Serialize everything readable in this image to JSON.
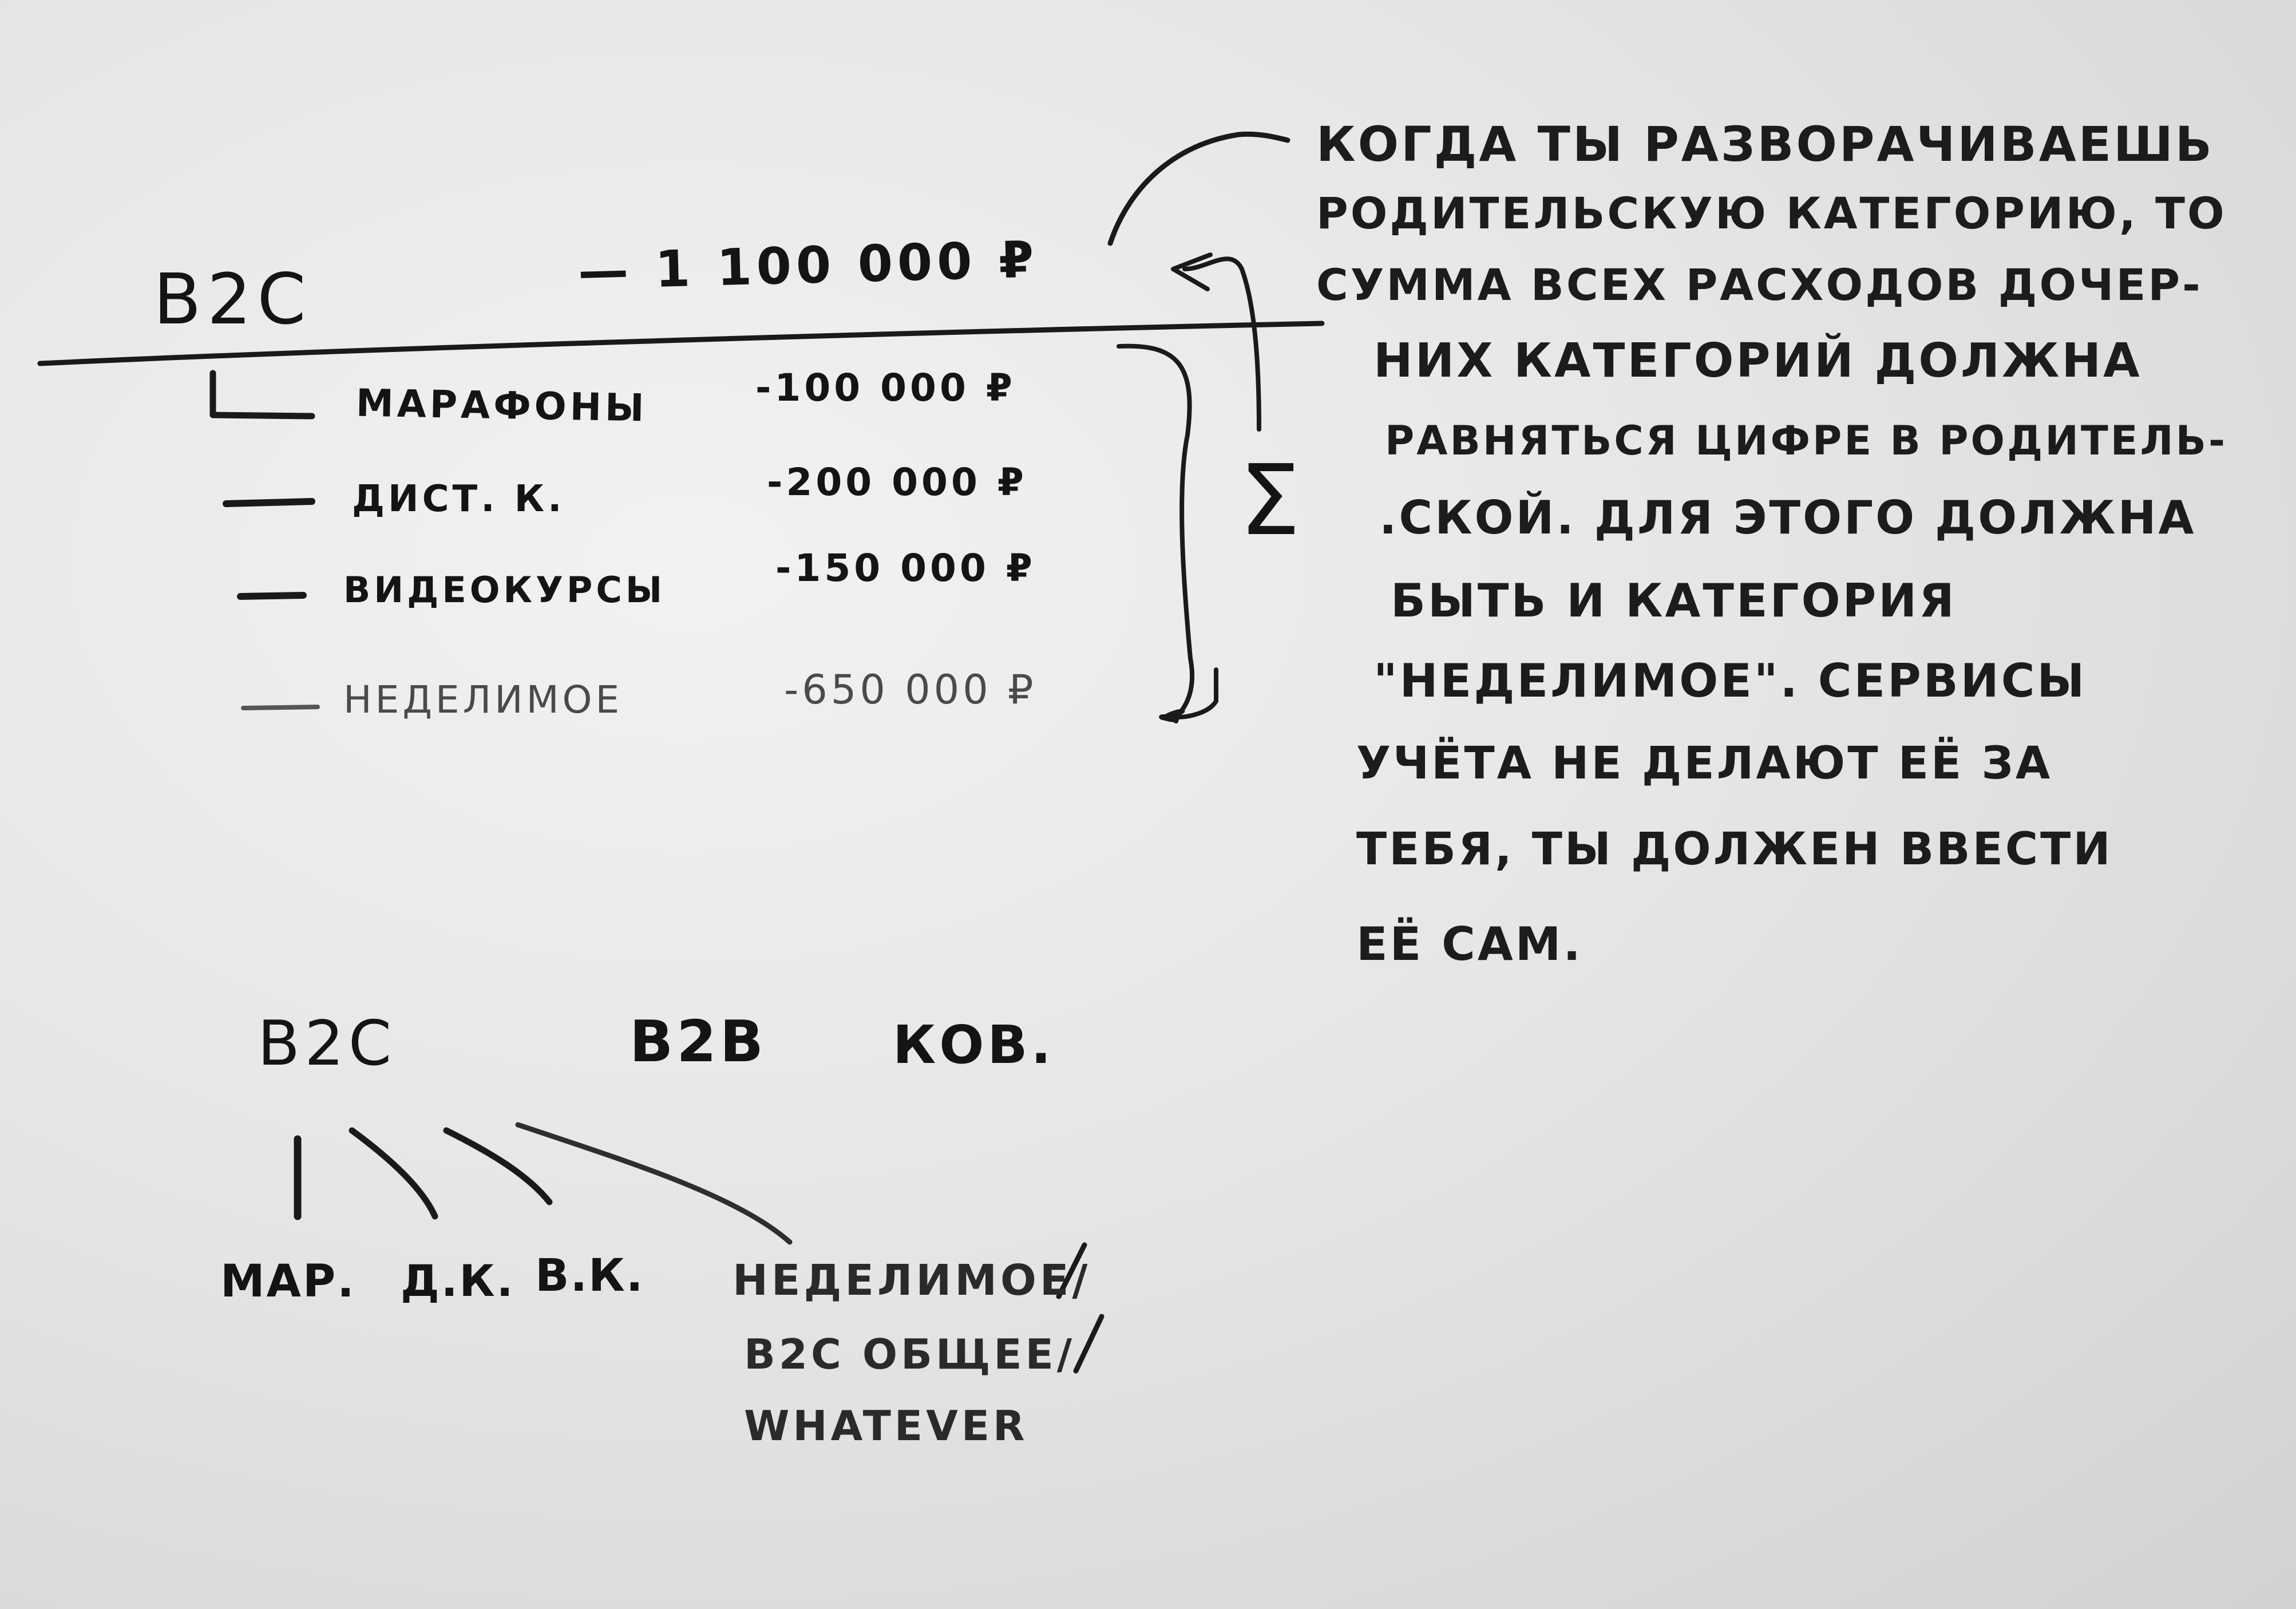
{
  "top": {
    "parent_label": "B2C",
    "parent_amount": "— 1 100 000 ₽",
    "children": [
      {
        "label": "марафоны",
        "amount": "-100 000 ₽"
      },
      {
        "label": "дист. к.",
        "amount": "-200 000 ₽"
      },
      {
        "label": "видеокурсы",
        "amount": "-150 000 ₽"
      },
      {
        "label": "неделимое",
        "amount": "-650 000 ₽"
      }
    ],
    "sum_symbol": "Σ"
  },
  "note": {
    "lines": [
      "Когда ты разворачиваешь",
      "родительскую категорию, то",
      "сумма всех расходов дочер-",
      "них категорий должна",
      "равняться цифре в родитель-",
      ".ской. Для этого должна",
      "быть и категория",
      "\"неделимое\". Сервисы",
      "учёта не делают её за",
      "тебя, ты должен ввести",
      "её сам."
    ]
  },
  "tree": {
    "roots": [
      "B2C",
      "B2B",
      "Ков."
    ],
    "leaves": [
      "Мар.",
      "Д.К.",
      "В.К."
    ],
    "extra": [
      "неделимое/",
      "B2C общее/",
      "whatever"
    ]
  }
}
